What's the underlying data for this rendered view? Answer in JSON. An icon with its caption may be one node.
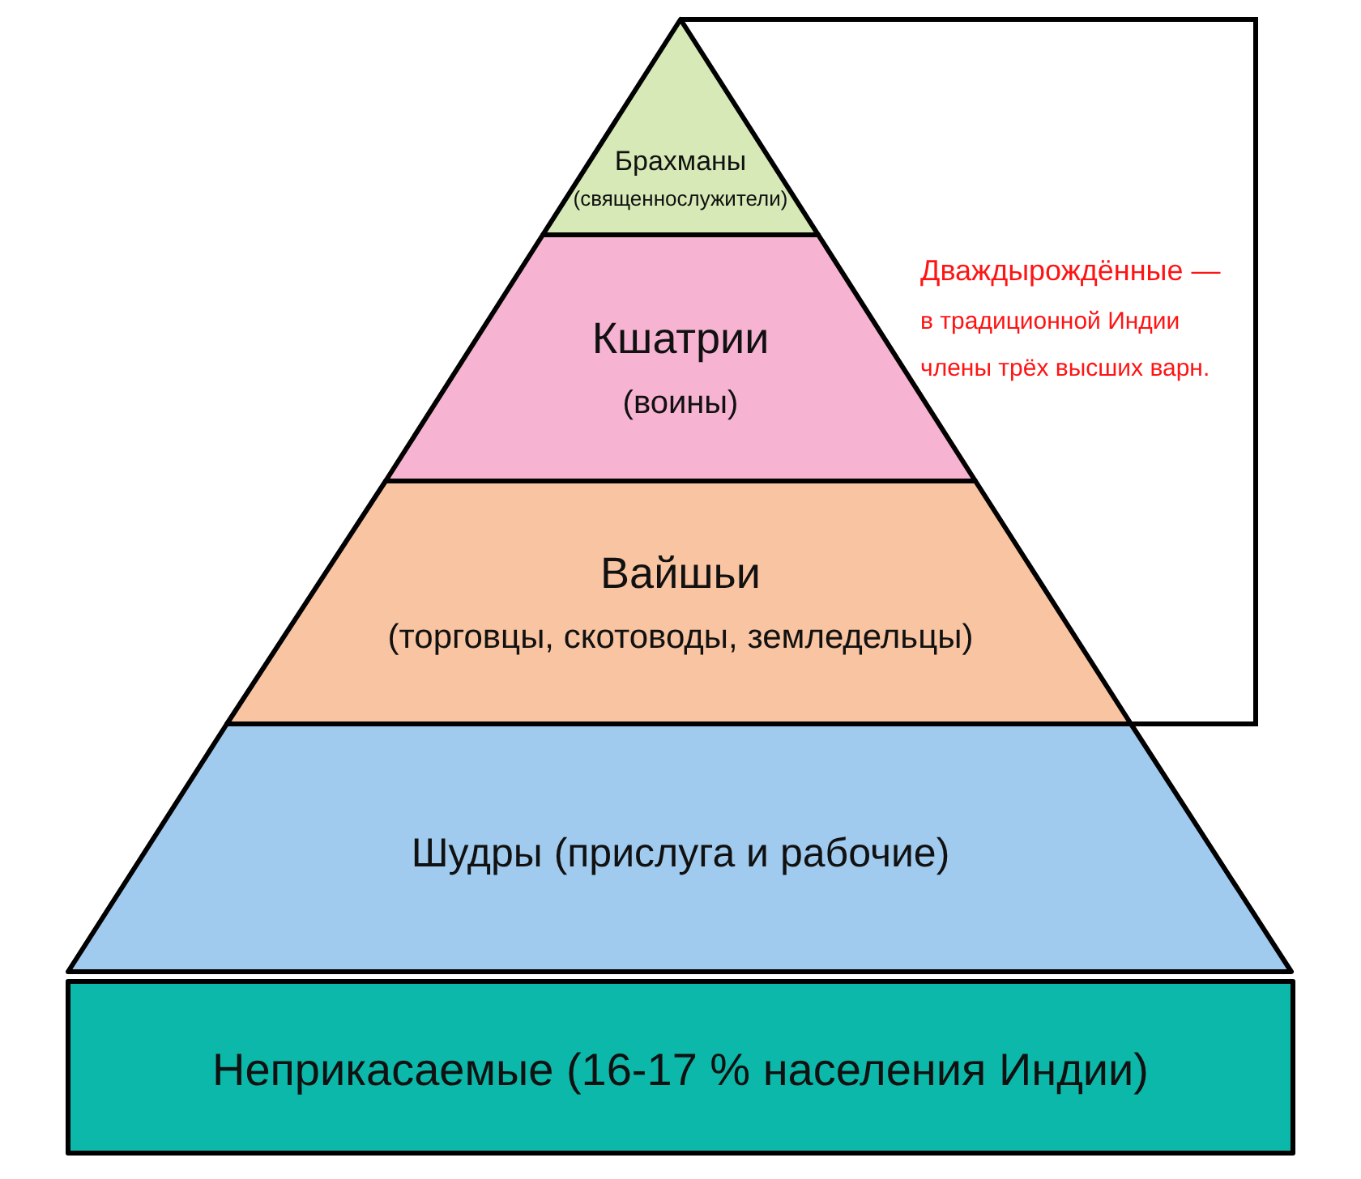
{
  "diagram": {
    "nodes": [
      {
        "text": [
          "Брахманы",
          "(священнослужители)"
        ]
      },
      {
        "text": [
          "Кшатрии",
          "(воины)"
        ]
      },
      {
        "text": [
          "Вайшьи",
          "(торговцы, скотоводы, земледельцы)"
        ]
      },
      {
        "text": [
          "Шудры (прислуга и рабочие)"
        ]
      },
      {
        "text": [
          "Неприкасаемые (16-17 % населения Индии)"
        ]
      }
    ],
    "labels": [
      "Дваждырождённые —",
      "в традиционной Индии члены трёх высших варн."
    ]
  }
}
